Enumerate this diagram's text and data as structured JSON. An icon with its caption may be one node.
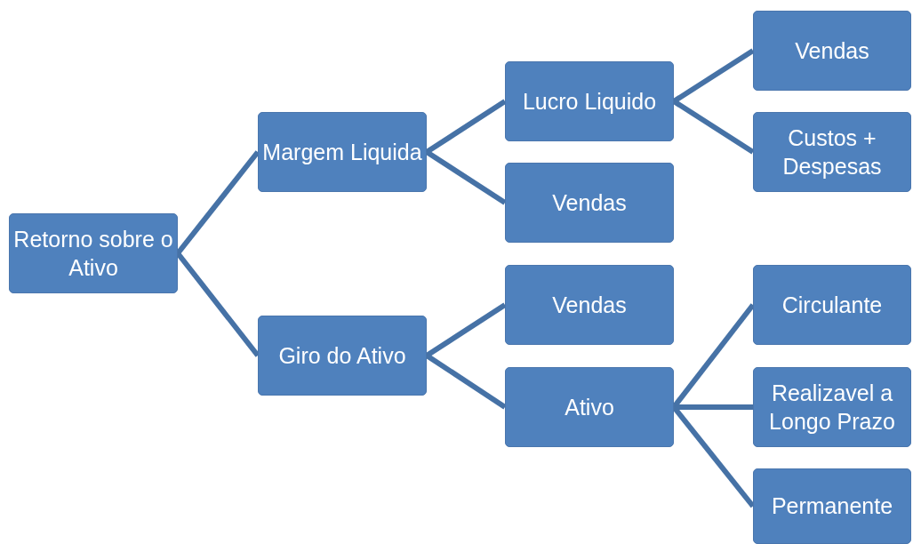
{
  "diagram": {
    "nodes": [
      {
        "text": [
          "Retorno sobre o Ativo"
        ]
      },
      {
        "text": [
          "Margem Liquida"
        ]
      },
      {
        "text": [
          "Giro do Ativo"
        ]
      },
      {
        "text": [
          "Lucro Liquido"
        ]
      },
      {
        "text": [
          "Vendas"
        ]
      },
      {
        "text": [
          "Vendas"
        ]
      },
      {
        "text": [
          "Ativo"
        ]
      },
      {
        "text": [
          "Vendas"
        ]
      },
      {
        "text": [
          "Custos + Despesas"
        ]
      },
      {
        "text": [
          "Circulante"
        ]
      },
      {
        "text": [
          "Realizavel a Longo Prazo"
        ]
      },
      {
        "text": [
          "Permanente"
        ]
      }
    ],
    "edges": [
      {
        "from": 0,
        "to": 1,
        "arrow": "none"
      },
      {
        "from": 0,
        "to": 2,
        "arrow": "none"
      },
      {
        "from": 1,
        "to": 3,
        "arrow": "none"
      },
      {
        "from": 1,
        "to": 4,
        "arrow": "none"
      },
      {
        "from": 2,
        "to": 5,
        "arrow": "none"
      },
      {
        "from": 2,
        "to": 6,
        "arrow": "none"
      },
      {
        "from": 3,
        "to": 7,
        "arrow": "none"
      },
      {
        "from": 3,
        "to": 8,
        "arrow": "none"
      },
      {
        "from": 6,
        "to": 9,
        "arrow": "none"
      },
      {
        "from": 6,
        "to": 10,
        "arrow": "none"
      },
      {
        "from": 6,
        "to": 11,
        "arrow": "none"
      }
    ]
  }
}
